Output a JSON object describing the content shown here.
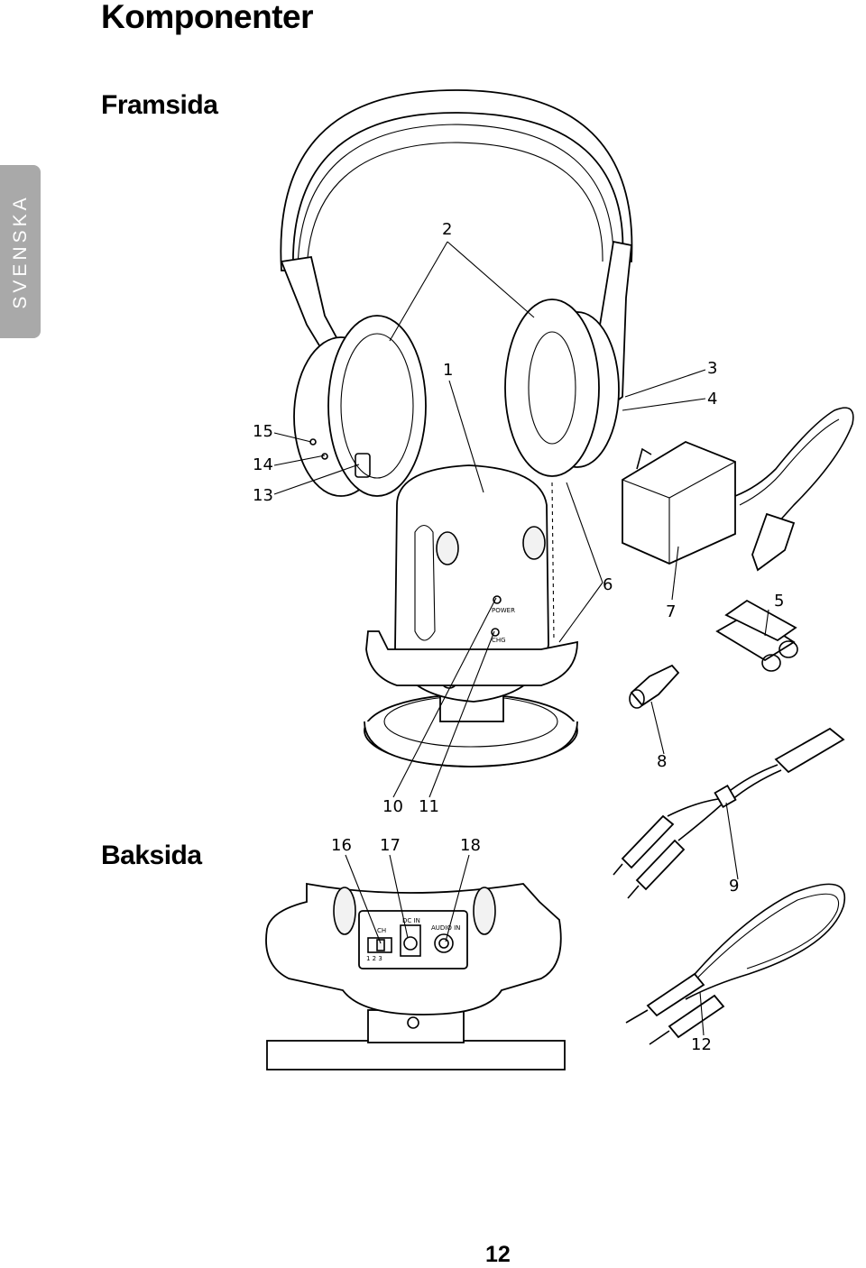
{
  "page": {
    "title": "Komponenter",
    "section_front": "Framsida",
    "section_back": "Baksida",
    "language_tab": "SVENSKA",
    "page_number": "12"
  },
  "callouts": {
    "c1": "1",
    "c2": "2",
    "c3": "3",
    "c4": "4",
    "c5": "5",
    "c6": "6",
    "c7": "7",
    "c8": "8",
    "c9": "9",
    "c10": "10",
    "c11": "11",
    "c12": "12",
    "c13": "13",
    "c14": "14",
    "c15": "15",
    "c16": "16",
    "c17": "17",
    "c18": "18"
  },
  "panel_labels": {
    "power": "POWER",
    "chg": "CHG",
    "ch": "CH",
    "ch_numbers": "1  2  3",
    "dc_in": "DC IN",
    "audio_in": "AUDIO IN"
  }
}
